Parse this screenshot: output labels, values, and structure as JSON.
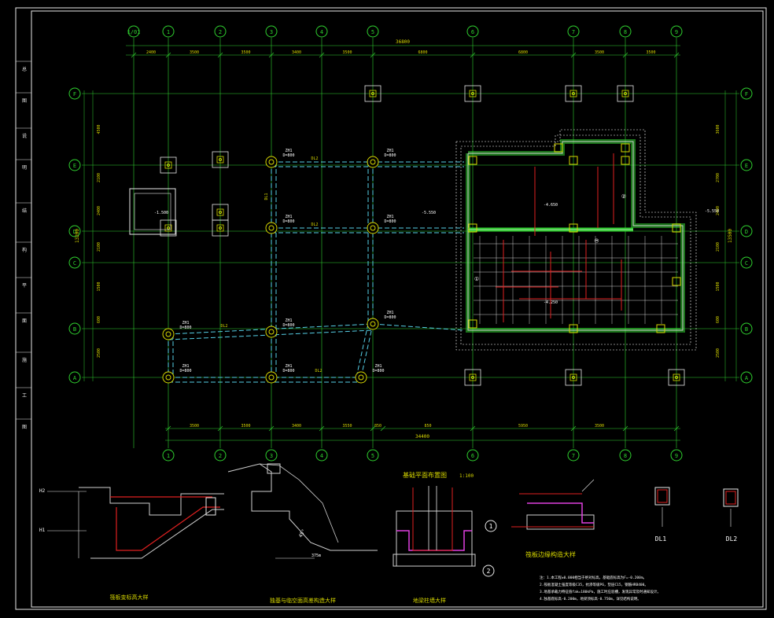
{
  "colors": {
    "background": "#000000",
    "frame": "#e8e8e8",
    "axis": "#2fd12f",
    "dim_text": "#d8d800",
    "foundation": "#56cfe6",
    "wall": "#cfcfcf",
    "rebar": "#e02020",
    "note": "#ffffff",
    "magenta": "#e040e0"
  },
  "grid": {
    "top_labels": [
      "1/01",
      "1",
      "2",
      "3",
      "4",
      "5",
      "6",
      "7",
      "8",
      "9"
    ],
    "bottom_labels": [
      "1",
      "2",
      "3",
      "4",
      "5",
      "6",
      "7",
      "8",
      "9"
    ],
    "side_labels": [
      "F",
      "E",
      "D",
      "C",
      "B",
      "A"
    ],
    "top_total": "36800",
    "top_segments": [
      "2400",
      "3500",
      "3500",
      "3400",
      "3500",
      "6800",
      "6800",
      "3500",
      "3500"
    ],
    "bottom_total": "34400",
    "bottom_segments": [
      "3500",
      "3500",
      "3400",
      "3550",
      "850",
      "850",
      "5950",
      "3500"
    ],
    "left_segments": [
      "4500",
      "2100",
      "2400",
      "2100",
      "1500",
      "600",
      "2500"
    ],
    "left_total": "13200",
    "right_segments": [
      "3600",
      "2700",
      "2400",
      "2100",
      "1500",
      "600",
      "2500"
    ],
    "right_total": "13500"
  },
  "piles": {
    "label": "ZH1",
    "diameter": "D=800",
    "beam_labels": [
      "DL1",
      "DL2"
    ]
  },
  "pit": {
    "elevations": [
      "-5.550",
      "-5.550",
      "-4.650",
      "-4.250",
      "-1.500"
    ],
    "callouts": [
      "①",
      "②",
      "③"
    ]
  },
  "details": {
    "title_1": "筏板变标高大样",
    "title_2": "独基与临空面高差构造大样",
    "title_3": "地梁柱墙大样",
    "title_4": "筏板边缘构造大样",
    "plan_title": "基础平面布置图",
    "plan_scale": "1:100",
    "dl1": "DL1",
    "dl2": "DL2",
    "dim_375": "375m",
    "angle_45": "45°",
    "circle_1": "1",
    "circle_2": "2",
    "h2": "H2",
    "h1": "H1"
  },
  "notes": [
    "注：1.本工程±0.000相当于绝对标高，基础底标高为F=-0.200m。",
    "2.筏板混凝土强度等级C35，抗渗等级P6，垫层C15，钢筋HRB400。",
    "3.地基承载力特征值fak=180kPa，施工时应验槽，发现异常及时通知设计。",
    "4.独基底标高-0.200m，地梁顶标高-0.750m，详见结构说明。"
  ],
  "left_strip": [
    "总",
    "图",
    "说",
    "明",
    "结",
    "构",
    "平",
    "面",
    "施",
    "工",
    "图"
  ]
}
